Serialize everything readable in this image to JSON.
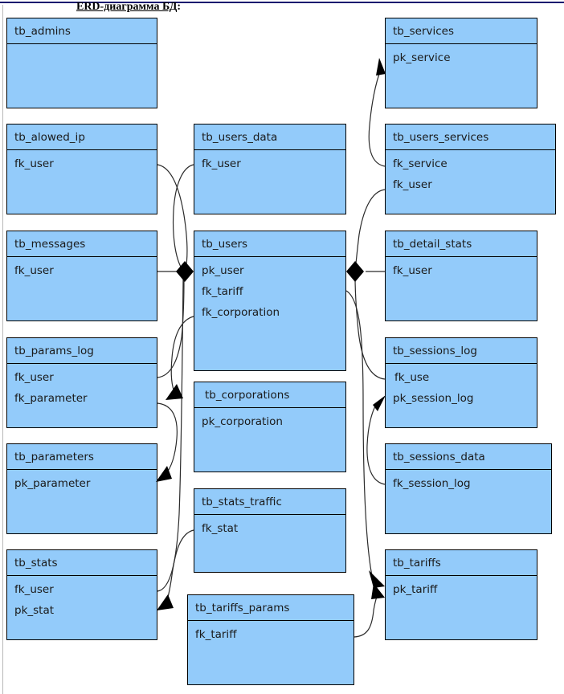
{
  "page": {
    "title_text": "ERD-диаграмма БД",
    "title_suffix": ":",
    "accent_rule_color": "#1b1b6f",
    "margin_rule_color": "#b8b8b8"
  },
  "diagram": {
    "type": "erd",
    "entity_fill": "#93cbfa",
    "entity_border": "#000000",
    "connector_color": "#2b2b2b",
    "entities": [
      {
        "id": "tb_admins",
        "name": "tb_admins",
        "attributes": []
      },
      {
        "id": "tb_alowed_ip",
        "name": "tb_alowed_ip",
        "attributes": [
          "fk_user"
        ]
      },
      {
        "id": "tb_messages",
        "name": "tb_messages",
        "attributes": [
          "fk_user"
        ]
      },
      {
        "id": "tb_params_log",
        "name": "tb_params_log",
        "attributes": [
          "fk_user",
          "fk_parameter"
        ]
      },
      {
        "id": "tb_parameters",
        "name": "tb_parameters",
        "attributes": [
          "pk_parameter"
        ]
      },
      {
        "id": "tb_stats",
        "name": "tb_stats",
        "attributes": [
          "fk_user",
          "pk_stat"
        ]
      },
      {
        "id": "tb_users_data",
        "name": "tb_users_data",
        "attributes": [
          "fk_user"
        ]
      },
      {
        "id": "tb_users",
        "name": "tb_users",
        "attributes": [
          "pk_user",
          "fk_tariff",
          "fk_corporation"
        ]
      },
      {
        "id": "tb_corporations",
        "name": "tb_corporations",
        "attributes": [
          "pk_corporation"
        ]
      },
      {
        "id": "tb_stats_traffic",
        "name": "tb_stats_traffic",
        "attributes": [
          "fk_stat"
        ]
      },
      {
        "id": "tb_tariffs_params",
        "name": "tb_tariffs_params",
        "attributes": [
          "fk_tariff"
        ]
      },
      {
        "id": "tb_services",
        "name": "tb_services",
        "attributes": [
          "pk_service"
        ]
      },
      {
        "id": "tb_users_services",
        "name": "tb_users_services",
        "attributes": [
          "fk_service",
          "fk_user"
        ]
      },
      {
        "id": "tb_detail_stats",
        "name": "tb_detail_stats",
        "attributes": [
          "fk_user"
        ]
      },
      {
        "id": "tb_sessions_log",
        "name": "tb_sessions_log",
        "attributes": [
          "fk_use",
          "pk_session_log"
        ]
      },
      {
        "id": "tb_sessions_data",
        "name": "tb_sessions_data",
        "attributes": [
          "fk_session_log"
        ]
      },
      {
        "id": "tb_tariffs",
        "name": "tb_tariffs",
        "attributes": [
          "pk_tariff"
        ]
      }
    ],
    "relationships": [
      {
        "from": "tb_alowed_ip",
        "to": "tb_users",
        "from_field": "fk_user",
        "to_field": "pk_user"
      },
      {
        "from": "tb_messages",
        "to": "tb_users",
        "from_field": "fk_user",
        "to_field": "pk_user"
      },
      {
        "from": "tb_params_log",
        "to": "tb_users",
        "from_field": "fk_user",
        "to_field": "pk_user"
      },
      {
        "from": "tb_params_log",
        "to": "tb_parameters",
        "from_field": "fk_parameter",
        "to_field": "pk_parameter"
      },
      {
        "from": "tb_stats",
        "to": "tb_users",
        "from_field": "fk_user",
        "to_field": "pk_user"
      },
      {
        "from": "tb_users_data",
        "to": "tb_users",
        "from_field": "fk_user",
        "to_field": "pk_user"
      },
      {
        "from": "tb_users",
        "to": "tb_corporations",
        "from_field": "fk_corporation",
        "to_field": "pk_corporation"
      },
      {
        "from": "tb_stats_traffic",
        "to": "tb_stats",
        "from_field": "fk_stat",
        "to_field": "pk_stat"
      },
      {
        "from": "tb_tariffs_params",
        "to": "tb_tariffs",
        "from_field": "fk_tariff",
        "to_field": "pk_tariff"
      },
      {
        "from": "tb_users",
        "to": "tb_tariffs",
        "from_field": "fk_tariff",
        "to_field": "pk_tariff"
      },
      {
        "from": "tb_users_services",
        "to": "tb_services",
        "from_field": "fk_service",
        "to_field": "pk_service"
      },
      {
        "from": "tb_users_services",
        "to": "tb_users",
        "from_field": "fk_user",
        "to_field": "pk_user"
      },
      {
        "from": "tb_detail_stats",
        "to": "tb_users",
        "from_field": "fk_user",
        "to_field": "pk_user"
      },
      {
        "from": "tb_sessions_log",
        "to": "tb_users",
        "from_field": "fk_use",
        "to_field": "pk_user"
      },
      {
        "from": "tb_sessions_data",
        "to": "tb_sessions_log",
        "from_field": "fk_session_log",
        "to_field": "pk_session_log"
      }
    ]
  }
}
